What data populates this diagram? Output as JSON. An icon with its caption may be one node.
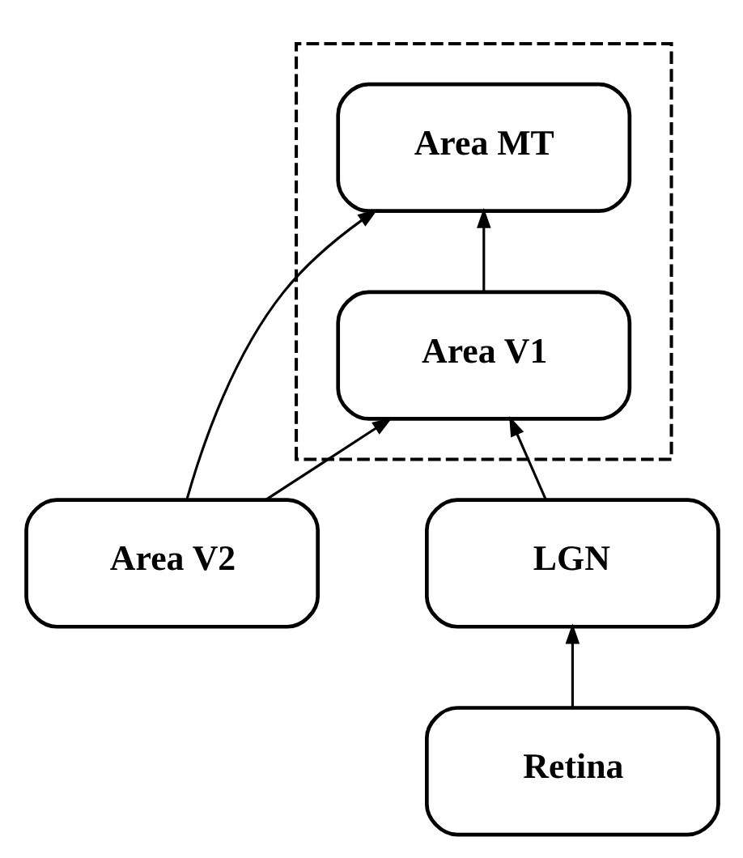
{
  "diagram": {
    "nodes": [
      {
        "text": [],
        "shape": "box"
      },
      {
        "text": [
          "Area MT"
        ],
        "in": 0
      },
      {
        "text": [
          "Area V1"
        ],
        "in": 0
      },
      {
        "text": [
          "Area V2"
        ]
      },
      {
        "text": [
          "LGN"
        ]
      },
      {
        "text": [
          "Retina"
        ]
      }
    ],
    "edges": [
      {
        "from": 5,
        "to": 4,
        "arrow": "to"
      },
      {
        "from": 4,
        "to": 2,
        "arrow": "to"
      },
      {
        "from": 2,
        "to": 1,
        "arrow": "to"
      },
      {
        "from": 3,
        "to": 1,
        "arrow": "to"
      },
      {
        "from": 3,
        "to": 2,
        "arrow": "to"
      }
    ]
  }
}
